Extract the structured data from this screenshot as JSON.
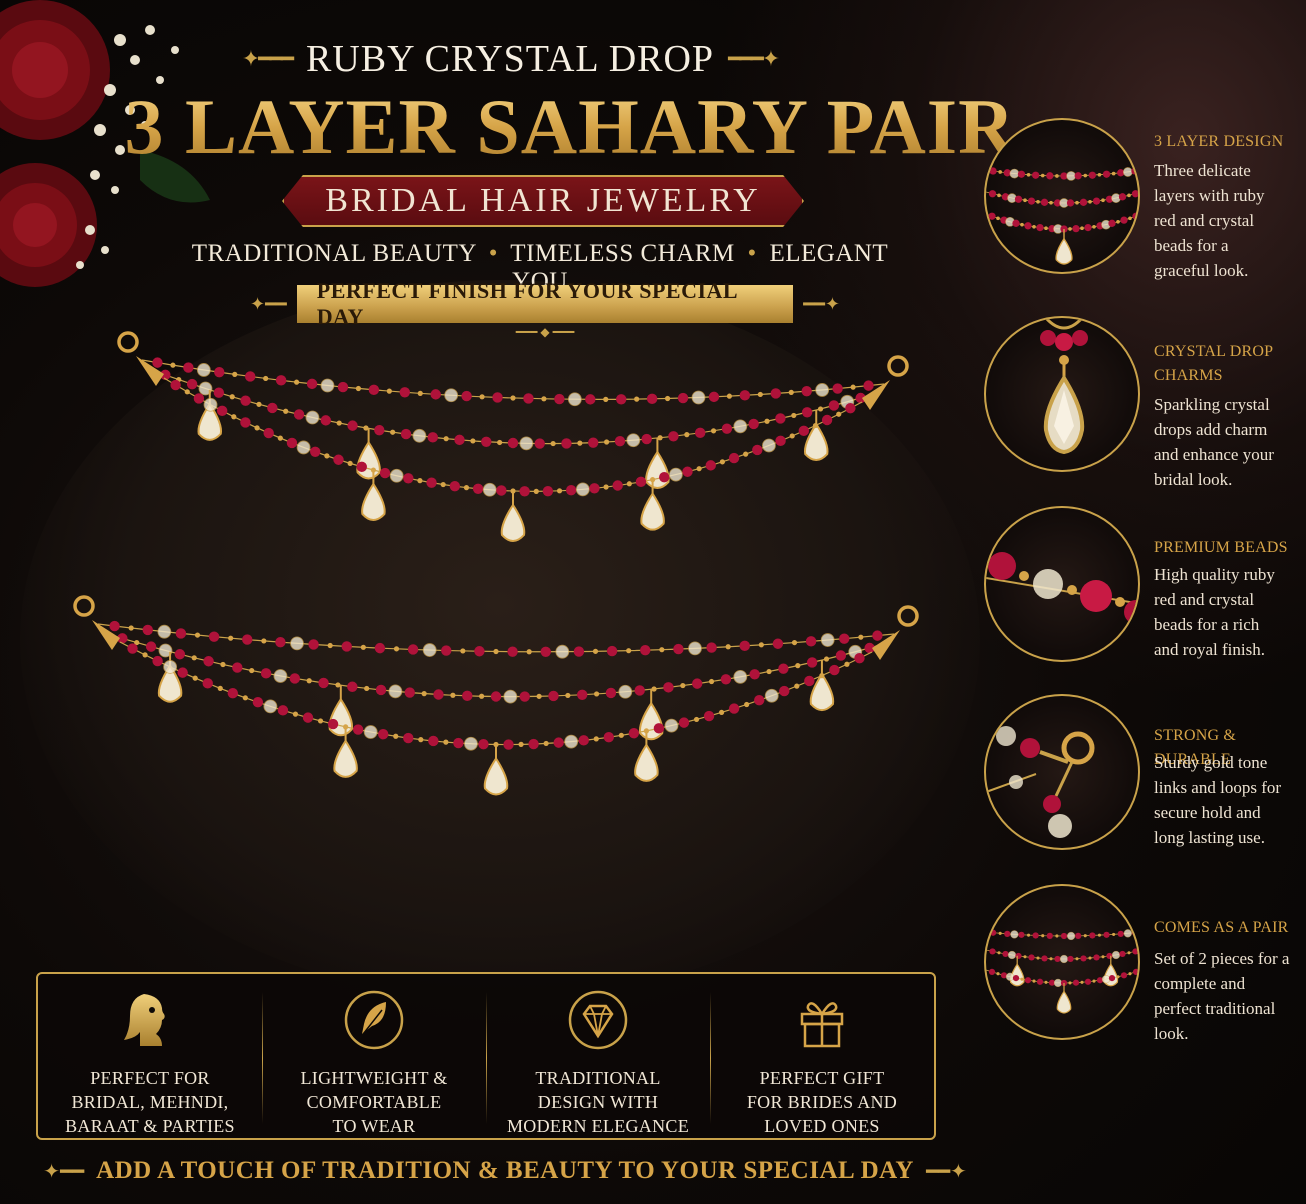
{
  "header": {
    "kicker": "RUBY CRYSTAL DROP",
    "title": "3 LAYER SAHARY PAIR",
    "banner": "BRIDAL HAIR JEWELRY",
    "tagline": [
      "TRADITIONAL BEAUTY",
      "TIMELESS CHARM",
      "ELEGANT YOU"
    ],
    "tagline_separator": "•",
    "plate": "PERFECT FINISH FOR YOUR SPECIAL DAY"
  },
  "features": [
    {
      "title": "3 LAYER DESIGN",
      "lines": [
        "Three delicate",
        "layers with ruby",
        "red and crystal",
        "beads for a",
        "graceful look."
      ],
      "icon": "three-layer-icon"
    },
    {
      "title": "CRYSTAL DROP CHARMS",
      "title_lines": [
        "CRYSTAL DROP",
        "CHARMS"
      ],
      "lines": [
        "Sparkling crystal",
        "drops add charm",
        "and enhance your",
        "bridal look."
      ],
      "icon": "crystal-drop-icon"
    },
    {
      "title": "PREMIUM BEADS",
      "lines": [
        "High quality ruby",
        "red and crystal",
        "beads for a rich",
        "and royal finish."
      ],
      "icon": "beads-icon"
    },
    {
      "title": "STRONG & DURABLE",
      "lines": [
        "Sturdy gold tone",
        "links and loops for",
        "secure hold and",
        "long lasting use."
      ],
      "icon": "loop-icon"
    },
    {
      "title": "COMES AS A PAIR",
      "lines": [
        "Set of 2 pieces for a",
        "complete and",
        "perfect traditional",
        "look."
      ],
      "icon": "pair-icon"
    }
  ],
  "benefits": [
    {
      "lines": [
        "PERFECT FOR",
        "BRIDAL, MEHNDI,",
        "BARAAT & PARTIES"
      ],
      "icon": "bride-profile-icon"
    },
    {
      "lines": [
        "LIGHTWEIGHT &",
        "COMFORTABLE",
        "TO WEAR"
      ],
      "icon": "feather-icon"
    },
    {
      "lines": [
        "TRADITIONAL",
        "DESIGN WITH",
        "MODERN ELEGANCE"
      ],
      "icon": "diamond-icon"
    },
    {
      "lines": [
        "PERFECT GIFT",
        "FOR BRIDES AND",
        "LOVED ONES"
      ],
      "icon": "gift-icon"
    }
  ],
  "footer": "ADD A TOUCH OF TRADITION & BEAUTY TO YOUR SPECIAL DAY",
  "colors": {
    "gold": "#c9a24a",
    "gold_light": "#f0cf7a",
    "ruby": "#b0123a",
    "crystal": "#efe6cf",
    "banner_red": "#6a1014",
    "background": "#0d0907"
  }
}
